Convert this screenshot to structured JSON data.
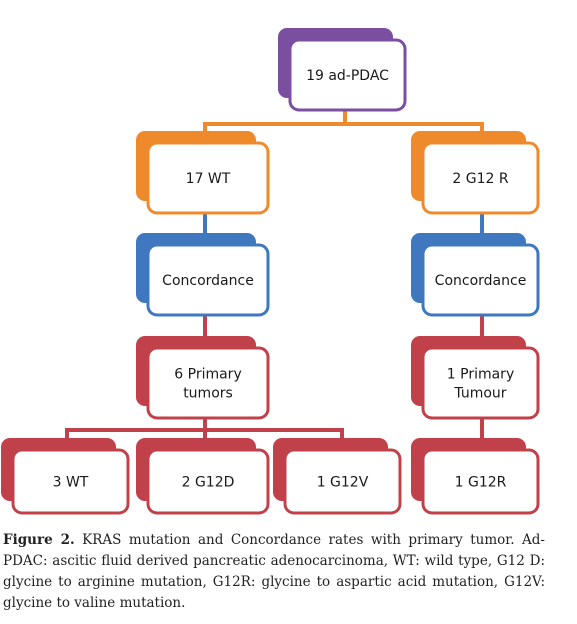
{
  "colors": {
    "purple": "#7a4fa0",
    "orange": "#ef8a2c",
    "blue": "#3f78bf",
    "red": "#c0414a",
    "connector_orange": "#ef8a2c",
    "connector_blue": "#3f78bf",
    "connector_red": "#c0414a"
  },
  "nodes": {
    "root": {
      "lines": [
        "19 ad-PDAC"
      ],
      "color": "purple"
    },
    "wt": {
      "lines": [
        "17 WT"
      ],
      "color": "orange"
    },
    "g12r": {
      "lines": [
        "2 G12 R"
      ],
      "color": "orange"
    },
    "conc_left": {
      "lines": [
        "Concordance"
      ],
      "color": "blue"
    },
    "conc_right": {
      "lines": [
        "Concordance"
      ],
      "color": "blue"
    },
    "primary_left": {
      "lines": [
        "6 Primary",
        "tumors"
      ],
      "color": "red"
    },
    "primary_right": {
      "lines": [
        "1 Primary",
        "Tumour"
      ],
      "color": "red"
    },
    "leaf_wt": {
      "lines": [
        "3 WT"
      ],
      "color": "red"
    },
    "leaf_g12d": {
      "lines": [
        "2 G12D"
      ],
      "color": "red"
    },
    "leaf_g12v": {
      "lines": [
        "1 G12V"
      ],
      "color": "red"
    },
    "leaf_g12r": {
      "lines": [
        "1 G12R"
      ],
      "color": "red"
    }
  },
  "caption": {
    "label": "Figure 2.",
    "text": "KRAS mutation and Concordance rates with primary tumor. Ad-PDAC: ascitic fluid derived pancreatic adenocarcinoma, WT: wild type, G12 D: glycine to arginine mutation, G12R: glycine to aspartic acid mutation, G12V: glycine to valine mutation."
  }
}
